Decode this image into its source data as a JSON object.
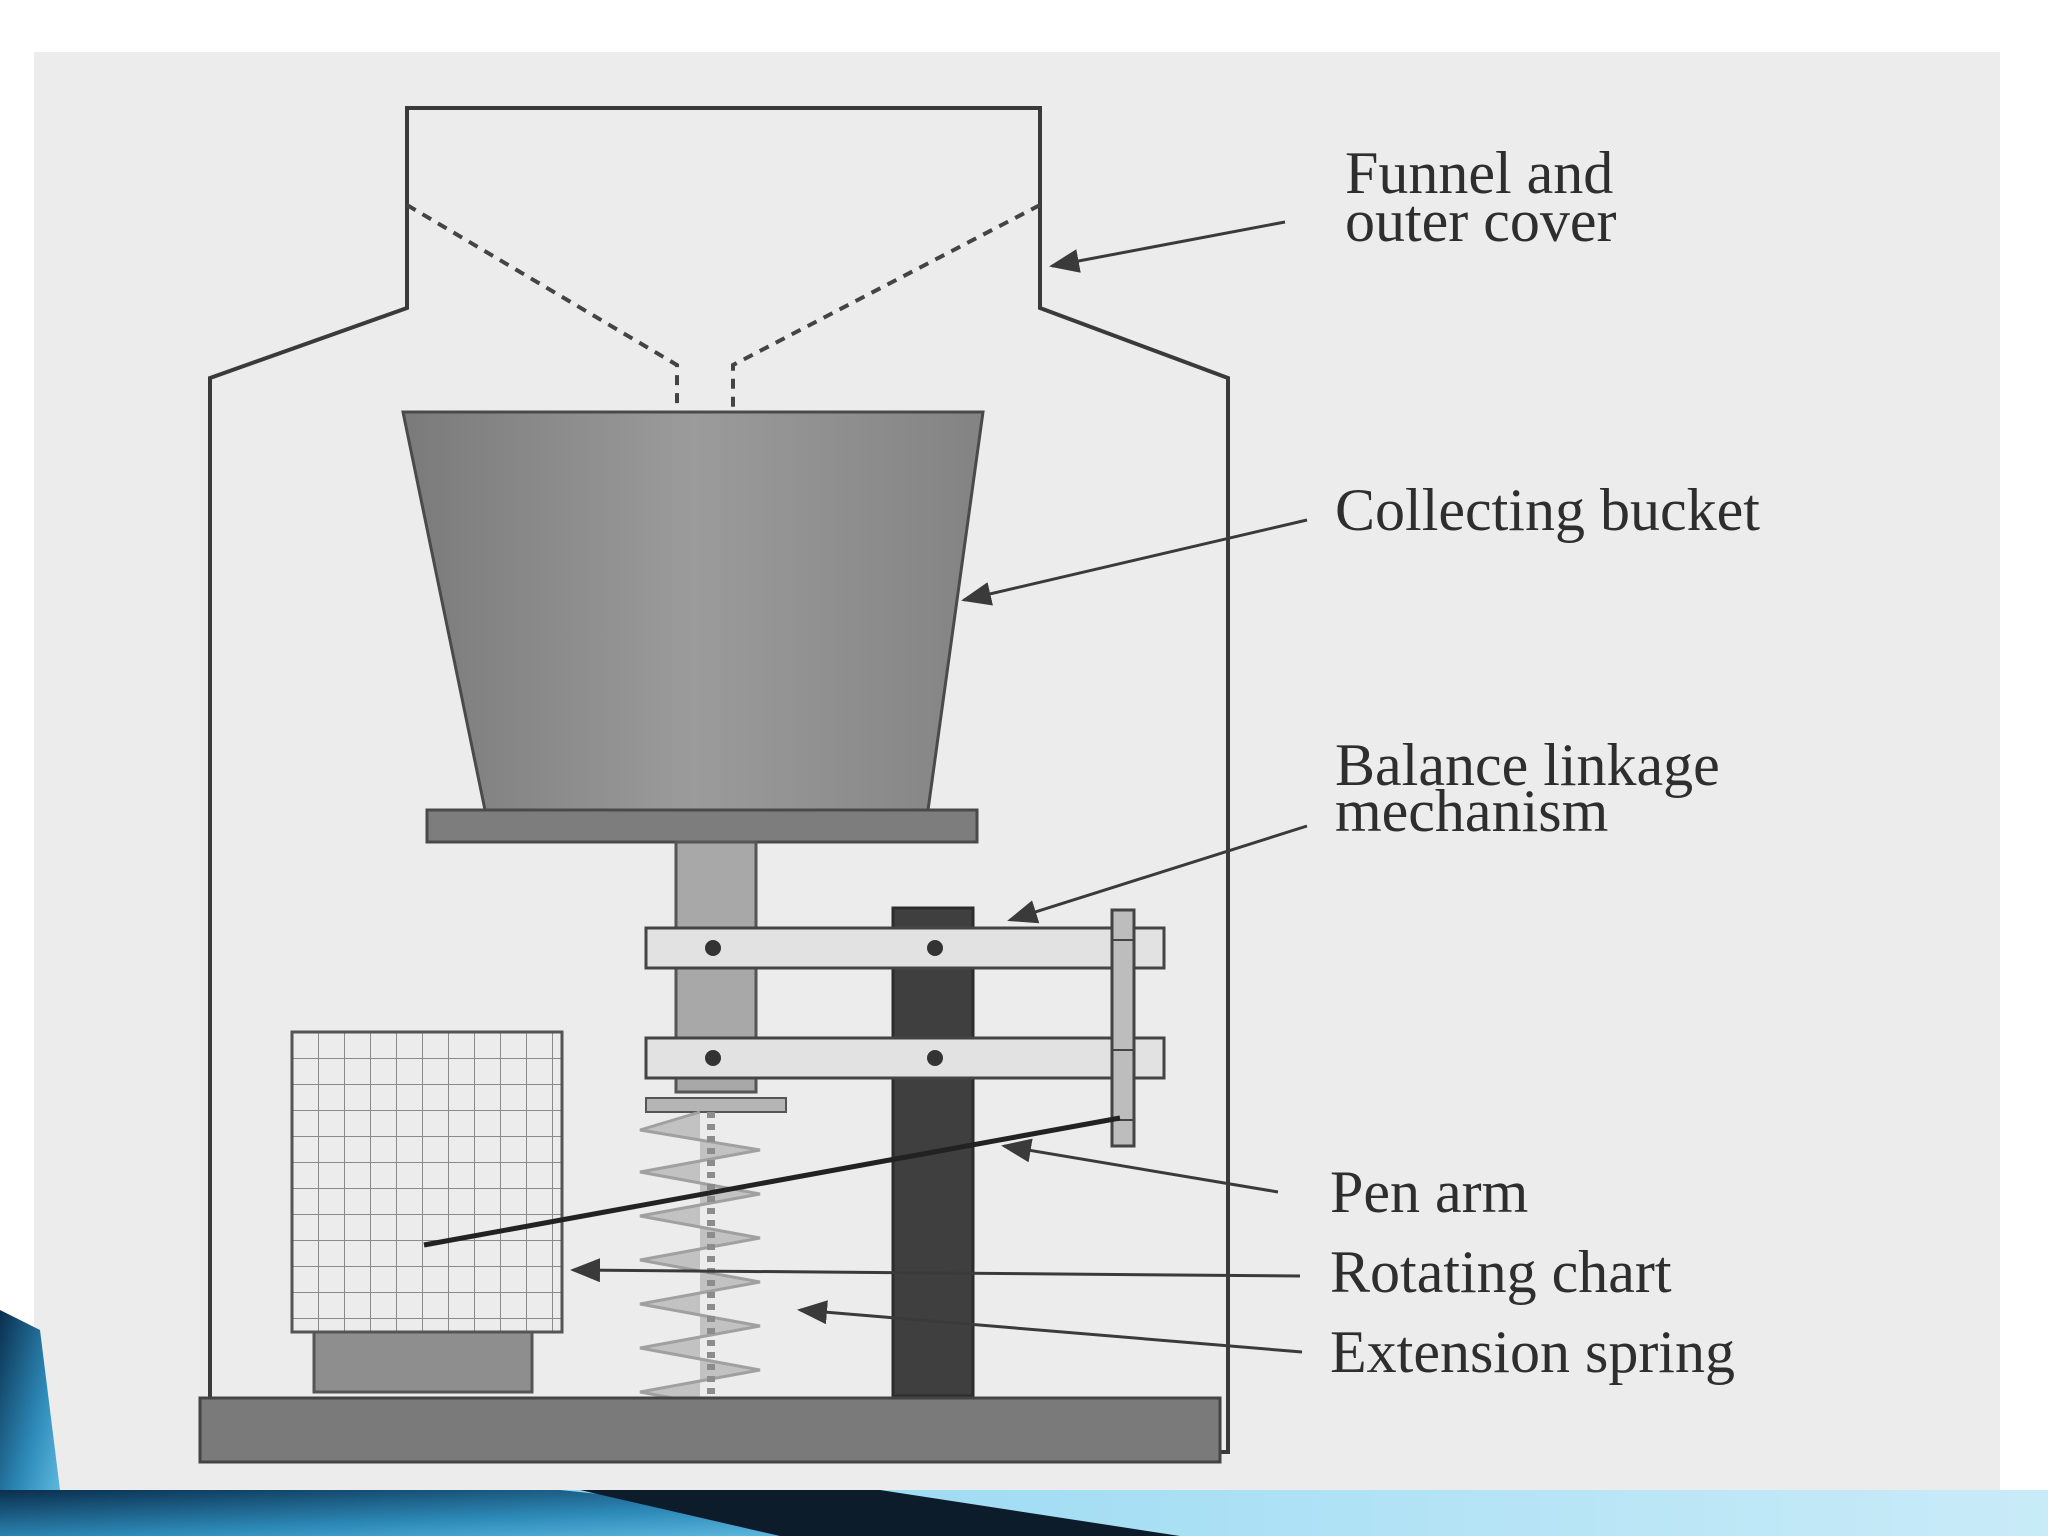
{
  "diagram": {
    "labels": {
      "funnel": [
        "Funnel and",
        "outer cover"
      ],
      "bucket": [
        "Collecting bucket"
      ],
      "balance": [
        "Balance linkage",
        "mechanism"
      ],
      "pen": [
        "Pen arm"
      ],
      "chart": [
        "Rotating chart"
      ],
      "spring": [
        "Extension spring"
      ]
    }
  },
  "colors": {
    "panel": "#ececec",
    "outline": "#3a3a3a",
    "bucket": "#8f8f8f",
    "dark_post": "#3f3f3f",
    "rod": "#a8a8a8",
    "link_plate": "#e2e2e2",
    "base": "#7a7a7a",
    "ribbon_dark": "#0b2e48",
    "ribbon_light": "#5ab8e0"
  }
}
